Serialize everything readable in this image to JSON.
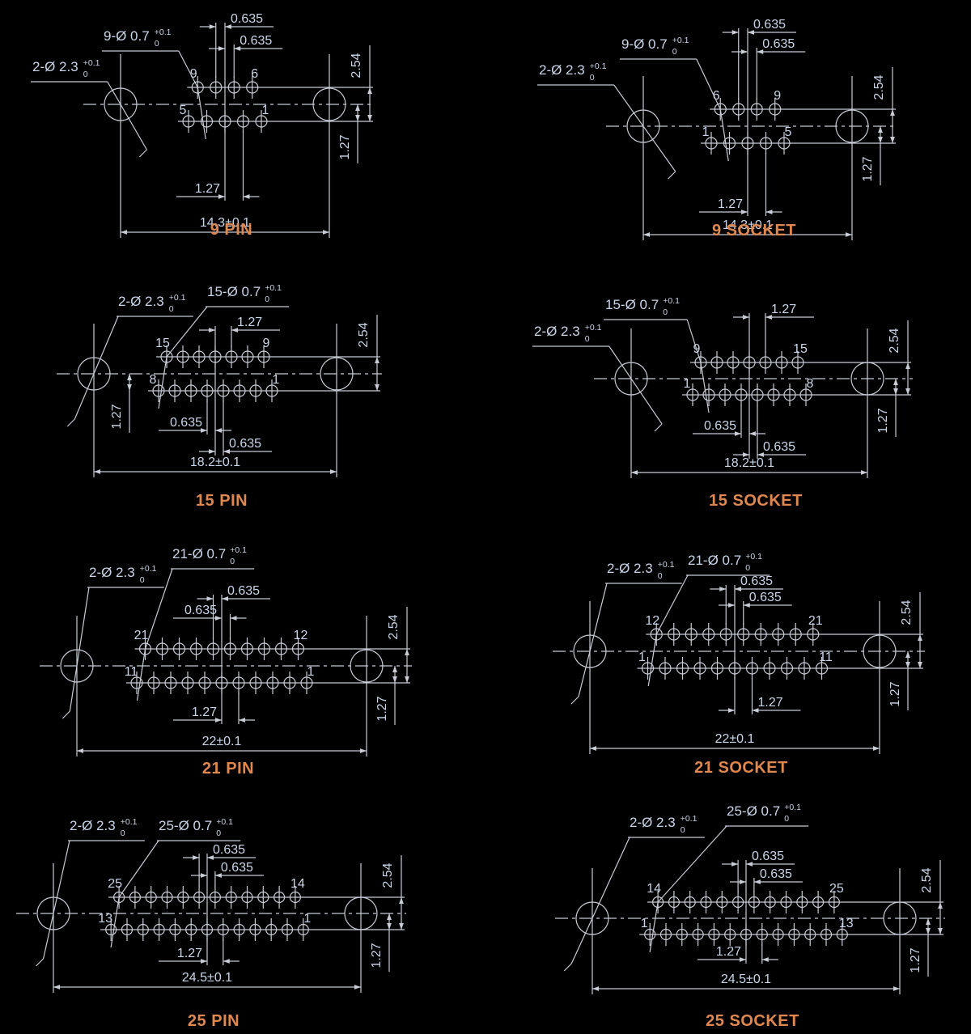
{
  "page": {
    "background": "#000000",
    "line_color": "#c7ccd6",
    "text_color": "#c9d6e9",
    "title_color": "#e08850"
  },
  "diagrams": [
    {
      "title": "9 PIN",
      "type": "pin",
      "total_contacts": 9,
      "top_row": {
        "count": 4,
        "left_pin": "9",
        "right_pin": "6"
      },
      "bottom_row": {
        "count": 5,
        "left_pin": "5",
        "right_pin": "1"
      },
      "notes": {
        "pin_hole": {
          "text": "9-Ø 0.7",
          "tol_plus": "+0.1",
          "tol_minus": "0"
        },
        "mount_hole": {
          "text": "2-Ø 2.3",
          "tol_plus": "+0.1",
          "tol_minus": "0"
        }
      },
      "dimensions": {
        "half_pitch_1": "0.635",
        "half_pitch_2": "0.635",
        "pitch": "1.27",
        "row_offset": "1.27",
        "row_spacing": "2.54",
        "overall_width": "14.3±0.1"
      }
    },
    {
      "title": "9 SOCKET",
      "type": "socket",
      "total_contacts": 9,
      "top_row": {
        "count": 4,
        "left_pin": "6",
        "right_pin": "9"
      },
      "bottom_row": {
        "count": 5,
        "left_pin": "1",
        "right_pin": "5"
      },
      "notes": {
        "pin_hole": {
          "text": "9-Ø 0.7",
          "tol_plus": "+0.1",
          "tol_minus": "0"
        },
        "mount_hole": {
          "text": "2-Ø 2.3",
          "tol_plus": "+0.1",
          "tol_minus": "0"
        }
      },
      "dimensions": {
        "half_pitch_1": "0.635",
        "half_pitch_2": "0.635",
        "pitch": "1.27",
        "row_offset": "1.27",
        "row_spacing": "2.54",
        "overall_width": "14.3±0.1"
      }
    },
    {
      "title": "15 PIN",
      "type": "pin",
      "total_contacts": 15,
      "top_row": {
        "count": 7,
        "left_pin": "15",
        "right_pin": "9"
      },
      "bottom_row": {
        "count": 8,
        "left_pin": "8",
        "right_pin": "1"
      },
      "notes": {
        "pin_hole": {
          "text": "15-Ø 0.7",
          "tol_plus": "+0.1",
          "tol_minus": "0"
        },
        "mount_hole": {
          "text": "2-Ø 2.3",
          "tol_plus": "+0.1",
          "tol_minus": "0"
        }
      },
      "dimensions": {
        "half_pitch_1": "0.635",
        "half_pitch_2": "0.635",
        "pitch": "1.27",
        "row_offset": "1.27",
        "row_spacing": "2.54",
        "overall_width": "18.2±0.1"
      }
    },
    {
      "title": "15 SOCKET",
      "type": "socket",
      "total_contacts": 15,
      "top_row": {
        "count": 7,
        "left_pin": "9",
        "right_pin": "15"
      },
      "bottom_row": {
        "count": 8,
        "left_pin": "1",
        "right_pin": "8"
      },
      "notes": {
        "pin_hole": {
          "text": "15-Ø 0.7",
          "tol_plus": "+0.1",
          "tol_minus": "0"
        },
        "mount_hole": {
          "text": "2-Ø 2.3",
          "tol_plus": "+0.1",
          "tol_minus": "0"
        }
      },
      "dimensions": {
        "half_pitch_1": "0.635",
        "half_pitch_2": "0.635",
        "pitch": "1.27",
        "row_offset": "1.27",
        "row_spacing": "2.54",
        "overall_width": "18.2±0.1"
      }
    },
    {
      "title": "21 PIN",
      "type": "pin",
      "total_contacts": 21,
      "top_row": {
        "count": 10,
        "left_pin": "21",
        "right_pin": "12"
      },
      "bottom_row": {
        "count": 11,
        "left_pin": "11",
        "right_pin": "1"
      },
      "notes": {
        "pin_hole": {
          "text": "21-Ø 0.7",
          "tol_plus": "+0.1",
          "tol_minus": "0"
        },
        "mount_hole": {
          "text": "2-Ø 2.3",
          "tol_plus": "+0.1",
          "tol_minus": "0"
        }
      },
      "dimensions": {
        "half_pitch_1": "0.635",
        "half_pitch_2": "0.635",
        "pitch": "1.27",
        "row_offset": "1.27",
        "row_spacing": "2.54",
        "overall_width": "22±0.1"
      }
    },
    {
      "title": "21 SOCKET",
      "type": "socket",
      "total_contacts": 21,
      "top_row": {
        "count": 10,
        "left_pin": "12",
        "right_pin": "21"
      },
      "bottom_row": {
        "count": 11,
        "left_pin": "1",
        "right_pin": "11"
      },
      "notes": {
        "pin_hole": {
          "text": "21-Ø 0.7",
          "tol_plus": "+0.1",
          "tol_minus": "0"
        },
        "mount_hole": {
          "text": "2-Ø 2.3",
          "tol_plus": "+0.1",
          "tol_minus": "0"
        }
      },
      "dimensions": {
        "half_pitch_1": "0.635",
        "half_pitch_2": "0.635",
        "pitch": "1.27",
        "row_offset": "1.27",
        "row_spacing": "2.54",
        "overall_width": "22±0.1"
      }
    },
    {
      "title": "25 PIN",
      "type": "pin",
      "total_contacts": 25,
      "top_row": {
        "count": 12,
        "left_pin": "25",
        "right_pin": "14"
      },
      "bottom_row": {
        "count": 13,
        "left_pin": "13",
        "right_pin": "1"
      },
      "notes": {
        "pin_hole": {
          "text": "25-Ø 0.7",
          "tol_plus": "+0.1",
          "tol_minus": "0"
        },
        "mount_hole": {
          "text": "2-Ø 2.3",
          "tol_plus": "+0.1",
          "tol_minus": "0"
        }
      },
      "dimensions": {
        "half_pitch_1": "0.635",
        "half_pitch_2": "0.635",
        "pitch": "1.27",
        "row_offset": "1.27",
        "row_spacing": "2.54",
        "overall_width": "24.5±0.1"
      }
    },
    {
      "title": "25 SOCKET",
      "type": "socket",
      "total_contacts": 25,
      "top_row": {
        "count": 12,
        "left_pin": "14",
        "right_pin": "25"
      },
      "bottom_row": {
        "count": 13,
        "left_pin": "1",
        "right_pin": "13"
      },
      "notes": {
        "pin_hole": {
          "text": "25-Ø 0.7",
          "tol_plus": "+0.1",
          "tol_minus": "0"
        },
        "mount_hole": {
          "text": "2-Ø 2.3",
          "tol_plus": "+0.1",
          "tol_minus": "0"
        }
      },
      "dimensions": {
        "half_pitch_1": "0.635",
        "half_pitch_2": "0.635",
        "pitch": "1.27",
        "row_offset": "1.27",
        "row_spacing": "2.54",
        "overall_width": "24.5±0.1"
      }
    }
  ]
}
